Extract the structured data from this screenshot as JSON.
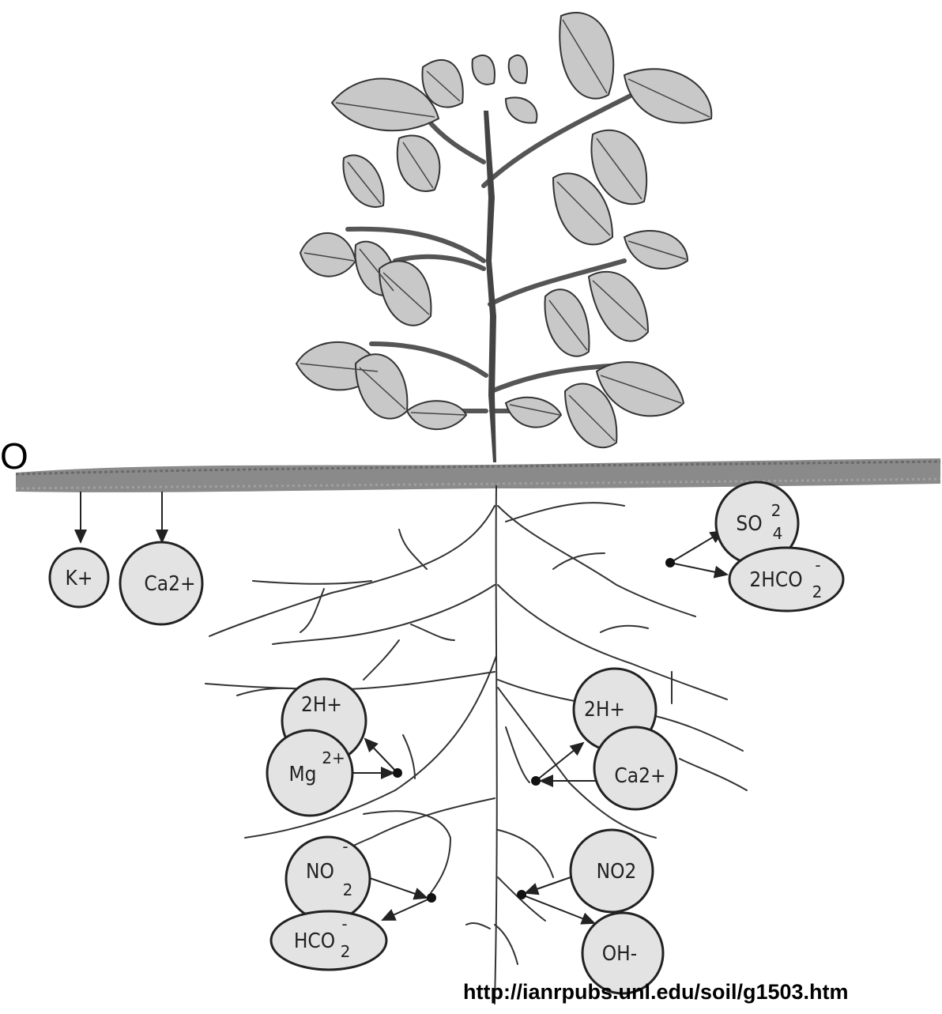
{
  "corner_letter": "O",
  "source_url": "http://ianrpubs.unl.edu/soil/g1503.htm",
  "ions": {
    "k": {
      "main": "K+"
    },
    "ca_left": {
      "main": "Ca2+"
    },
    "so4": {
      "main": "SO",
      "sup": "2",
      "sub": "4"
    },
    "hco2_top": {
      "main": "2HCO",
      "sup": "-",
      "sub": "2"
    },
    "h_left": {
      "main": "2H+"
    },
    "mg": {
      "main": "Mg",
      "sup": "2+"
    },
    "h_right": {
      "main": "2H+"
    },
    "ca_right": {
      "main": "Ca2+"
    },
    "no2_left": {
      "main": "NO",
      "sup": "-",
      "sub": "2"
    },
    "hco2_bottom": {
      "main": "HCO",
      "sup": "-",
      "sub": "2"
    },
    "no2_right": {
      "main": "NO2"
    },
    "oh": {
      "main": "OH-"
    }
  },
  "colors": {
    "leaf_fill": "#c8c8c8",
    "ion_fill": "#e3e3e3",
    "stem": "#444444",
    "soil": "#8a8a8a"
  }
}
